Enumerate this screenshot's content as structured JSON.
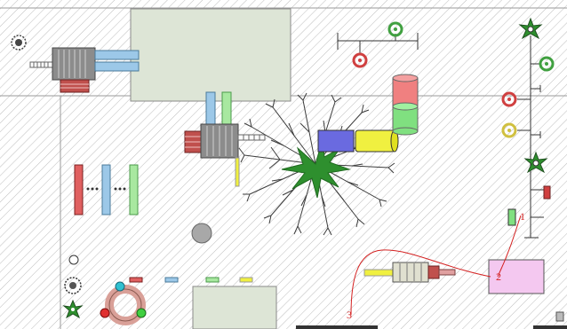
{
  "diagram": {
    "kind": "layout-plan",
    "annotations": [
      {
        "id": "marker-1",
        "text": "1"
      },
      {
        "id": "marker-2",
        "text": "2"
      },
      {
        "id": "marker-3",
        "text": "3"
      }
    ]
  },
  "colors": {
    "hatch": "#b9b9b9",
    "room_fill": "#dde5d6",
    "room_stroke": "#8a8a8a",
    "annotation_red": "#d42020",
    "tree_green": "#2e8f2e",
    "tree_branch": "#3b3b3b",
    "pink_box": "#f4c8f0",
    "machine_gray": "#8c8c8c",
    "tank_red": "#f08080",
    "tank_green": "#80e080",
    "pipe_blue": "#9cc8e8",
    "pipe_green": "#a8e8a0",
    "tank_blue": "#6a6ae0",
    "tank_yellow": "#f0f040"
  }
}
